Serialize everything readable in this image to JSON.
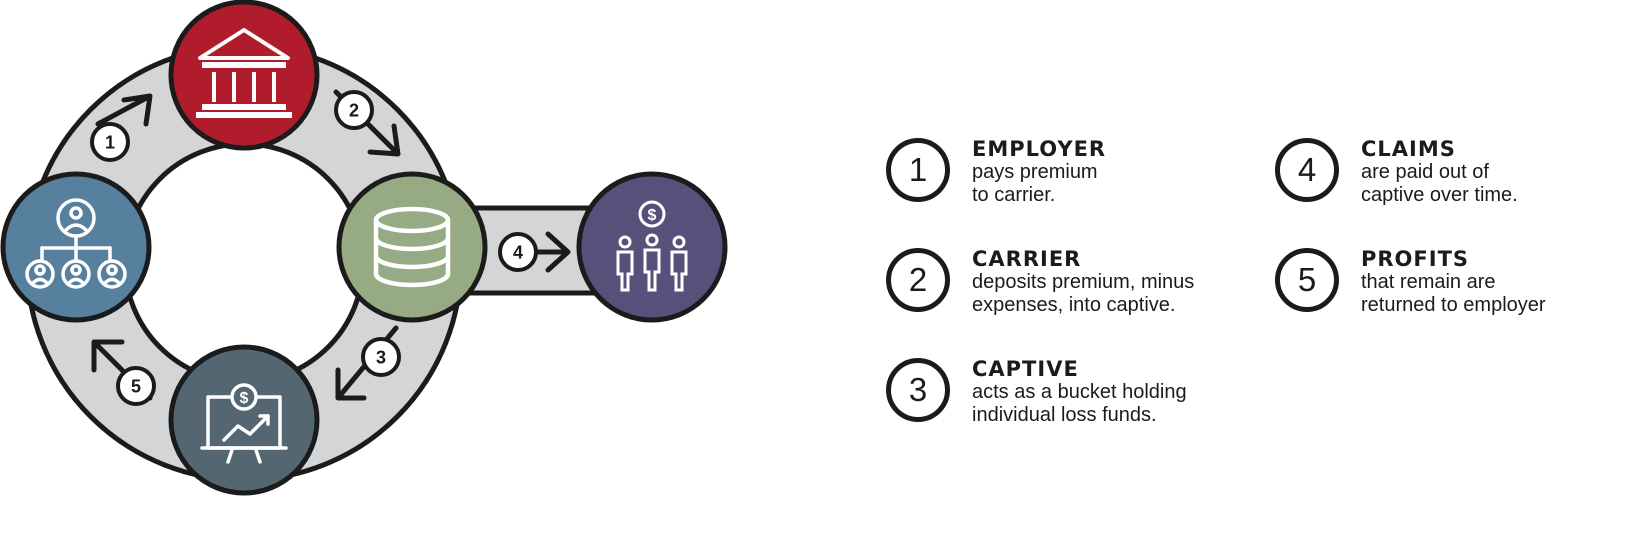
{
  "colors": {
    "ring": "#d4d5d7",
    "outline": "#1b1b1b",
    "employer": "#56809e",
    "carrier": "#b01c2b",
    "captive": "#96ab84",
    "claims": "#58507b",
    "profits": "#546672"
  },
  "icons": {
    "employer": "people-network-icon",
    "carrier": "bank-building-icon",
    "captive": "database-bucket-icon",
    "claims": "people-dollar-icon",
    "profits": "chart-presentation-icon"
  },
  "diagram": {
    "step_labels": [
      "1",
      "2",
      "3",
      "4",
      "5"
    ],
    "dollar_sign": "$"
  },
  "legend": [
    {
      "num": "1",
      "title": "EMPLOYER",
      "line1": "pays premium",
      "line2": "to carrier."
    },
    {
      "num": "2",
      "title": "CARRIER",
      "line1": "deposits premium, minus",
      "line2": "expenses, into captive."
    },
    {
      "num": "3",
      "title": "CAPTIVE",
      "line1": "acts as a bucket holding",
      "line2": "individual loss funds."
    },
    {
      "num": "4",
      "title": "CLAIMS",
      "line1": "are paid out of",
      "line2": "captive over time."
    },
    {
      "num": "5",
      "title": "PROFITS",
      "line1": "that remain are",
      "line2": "returned to employer"
    }
  ]
}
